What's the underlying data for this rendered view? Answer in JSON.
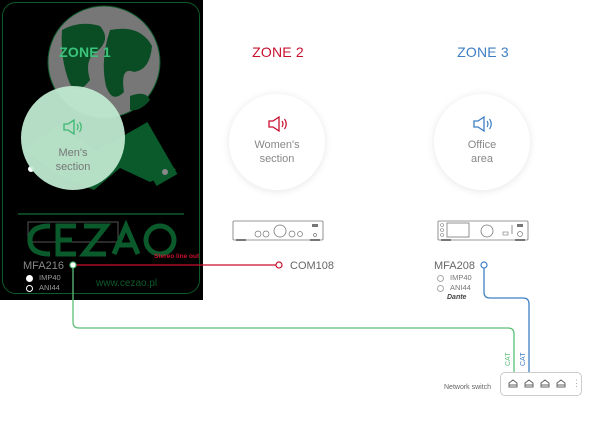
{
  "zones": [
    {
      "title": "ZONE 1",
      "area": [
        "Men's",
        "section"
      ],
      "color": "#3cc47c",
      "device": "MFA216",
      "options": [
        "IMP40",
        "ANI44"
      ]
    },
    {
      "title": "ZONE 2",
      "area": [
        "Women's",
        "section"
      ],
      "color": "#c8102e",
      "device": "COM108"
    },
    {
      "title": "ZONE 3",
      "area": [
        "Office",
        "area"
      ],
      "color": "#3f7fc4",
      "device": "MFA208",
      "options": [
        "IMP40",
        "ANI44"
      ],
      "badge": "Dante"
    }
  ],
  "connections": {
    "stereo_label": "Stereo line out",
    "cat_label_1": "CAT",
    "cat_label_2": "CAT",
    "green": "#5cbf78",
    "red": "#c8102e",
    "blue": "#3f7fc4"
  },
  "network_switch": {
    "label": "Network switch",
    "ports": 4
  },
  "watermark": {
    "brand": "CEZAO",
    "url": "www.cezao.pl"
  },
  "icons": {
    "speaker": "speaker-icon",
    "amplifier": "amplifier-icon",
    "port": "ethernet-port-icon",
    "menu": "kebab-menu-icon"
  }
}
